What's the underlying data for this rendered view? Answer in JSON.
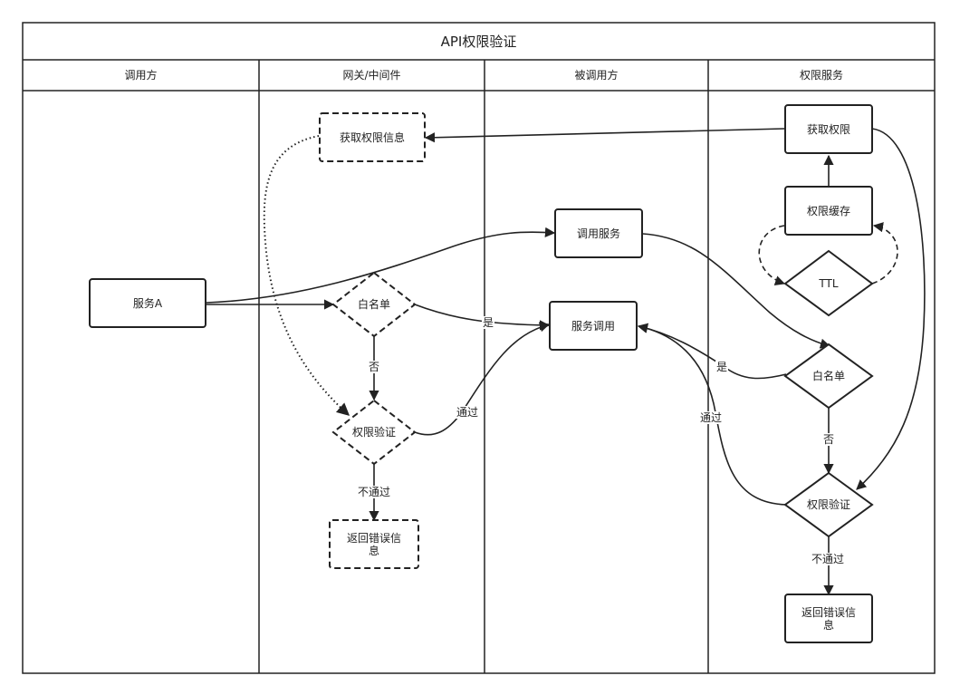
{
  "title": "API权限验证",
  "lanes": [
    "调用方",
    "网关/中间件",
    "被调用方",
    "权限服务"
  ],
  "nodes": {
    "service_a": "服务A",
    "gw_get_perm": "获取权限信息",
    "gw_whitelist": "白名单",
    "gw_perm_check": "权限验证",
    "gw_return_error": "返回错误信\n息",
    "callee_call_service": "调用服务",
    "callee_service_call": "服务调用",
    "ps_get_perm": "获取权限",
    "ps_cache": "权限缓存",
    "ps_ttl": "TTL",
    "ps_whitelist": "白名单",
    "ps_perm_check": "权限验证",
    "ps_return_error": "返回错误信\n息"
  },
  "edges": {
    "gw_yes": "是",
    "gw_no": "否",
    "gw_pass": "通过",
    "gw_fail": "不通过",
    "ps_yes": "是",
    "ps_no": "否",
    "ps_pass": "通过",
    "ps_fail": "不通过"
  }
}
